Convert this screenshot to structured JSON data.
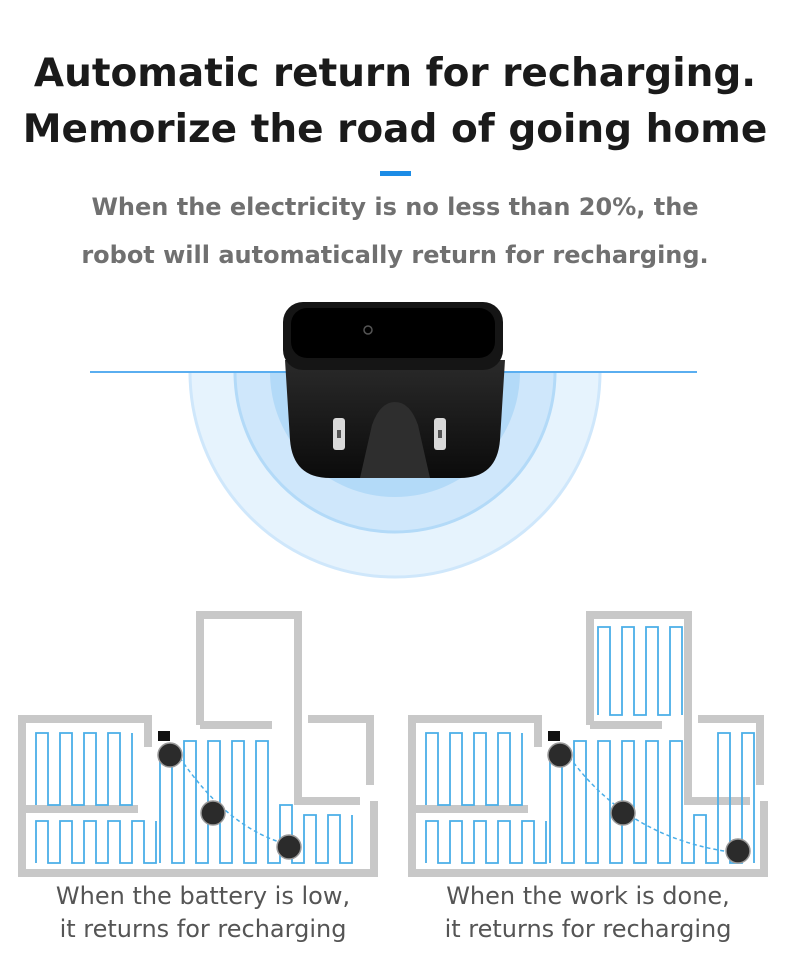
{
  "heading": {
    "line1": "Automatic return for recharging.",
    "line2": "Memorize the road of going home"
  },
  "subheading": {
    "line1": "When the electricity is no less than 20%, the",
    "line2": "robot will automatically return for recharging."
  },
  "colors": {
    "accent": "#1c8ce6",
    "signal": "#3a9df0",
    "wall": "#c8c8c8",
    "path": "#4aaee8",
    "dock": "#111111"
  },
  "panels": [
    {
      "caption_line1": "When the battery is low,",
      "caption_line2": "it returns for recharging"
    },
    {
      "caption_line1": "When the work is done,",
      "caption_line2": "it returns for recharging"
    }
  ]
}
